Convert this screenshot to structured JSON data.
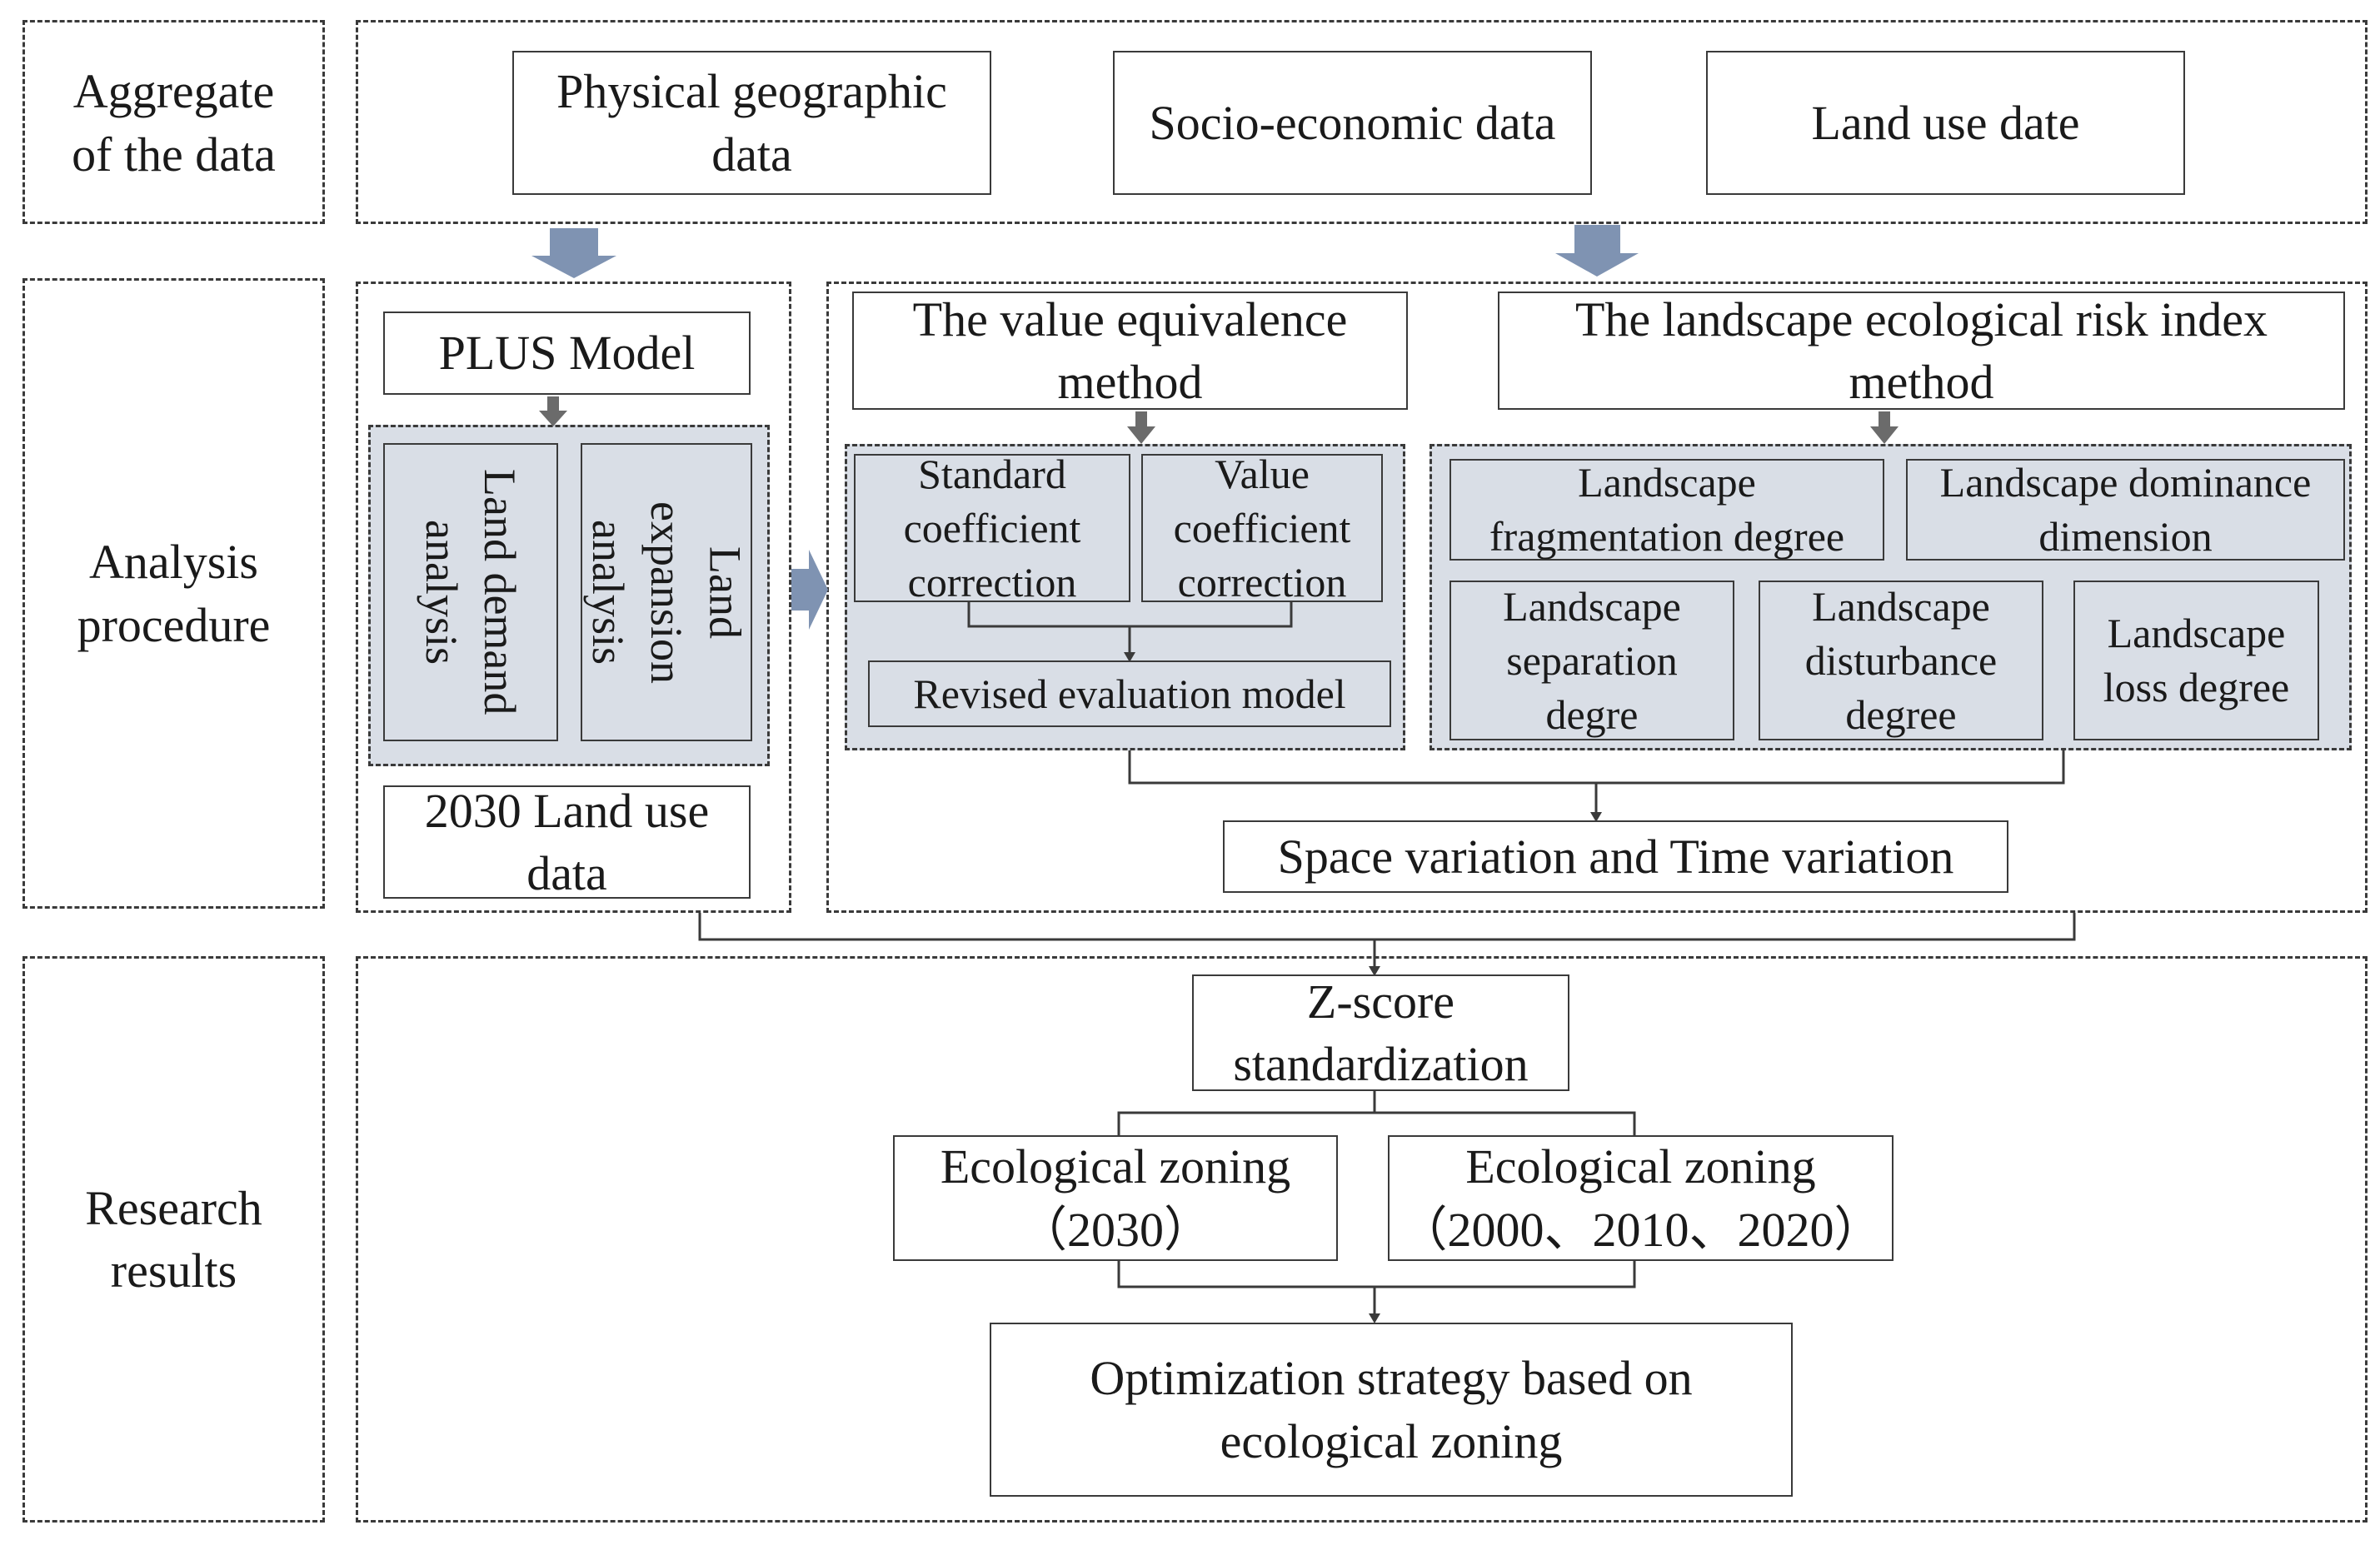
{
  "rows": {
    "aggregate_label": "Aggregate\nof the data",
    "analysis_label": "Analysis\nprocedure",
    "results_label": "Research\nresults"
  },
  "data_sources": {
    "physical": "Physical geographic\ndata",
    "socio": "Socio-economic data",
    "land_use": "Land use date"
  },
  "plus_branch": {
    "model": "PLUS Model",
    "land_demand": "Land demand\nanalysis",
    "land_expansion": "Land\nexpansion\nanalysis",
    "output": "2030 Land use\ndata"
  },
  "value_branch": {
    "method": "The value equivalence\nmethod",
    "standard": "Standard\ncoefficient\ncorrection",
    "value": "Value\ncoefficient\ncorrection",
    "revised": "Revised evaluation model"
  },
  "risk_branch": {
    "method": "The landscape ecological risk index\nmethod",
    "fragmentation": "Landscape\nfragmentation degree",
    "dominance": "Landscape dominance\ndimension",
    "separation": "Landscape\nseparation\ndegre",
    "disturbance": "Landscape\ndisturbance\ndegree",
    "loss": "Landscape\nloss degree"
  },
  "space_time": "Space variation and Time variation",
  "results": {
    "zscore": "Z-score\nstandardization",
    "zoning_2030": "Ecological zoning\n（2030）",
    "zoning_hist": "Ecological zoning\n（2000、2010、2020）",
    "optimization": "Optimization strategy based on\necological zoning"
  },
  "colors": {
    "arrow_fill": "#7f93b2",
    "small_arrow": "#6b6b6b",
    "inner_panel": "#d9dee6",
    "line": "#3a3a3a"
  }
}
